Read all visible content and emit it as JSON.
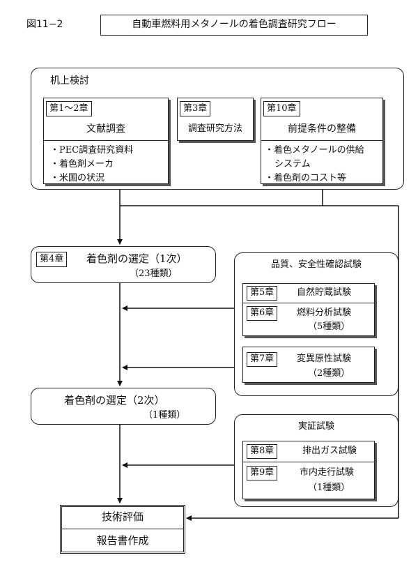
{
  "figure": {
    "label": "図11−2",
    "title": "自動車燃料用メタノールの着色調査研究フロー"
  },
  "desk_study": {
    "title": "机上検討",
    "ch1": {
      "chapter": "第1〜2章",
      "name": "文献調査",
      "items": [
        "・PEC調査研究資料",
        "・着色剤メーカ",
        "・米国の状況"
      ]
    },
    "ch3": {
      "chapter": "第3章",
      "name": "調査研究方法"
    },
    "ch10": {
      "chapter": "第10章",
      "name": "前提条件の整備",
      "items": [
        "・着色メタノールの供給",
        "システム",
        "・着色剤のコスト等"
      ]
    }
  },
  "selection1": {
    "chapter": "第4章",
    "title": "着色剤の選定（1次）",
    "count": "（23種類）"
  },
  "quality_safety": {
    "title": "品質、安全性確認試験",
    "ch5": {
      "chapter": "第5章",
      "name": "自然貯蔵試験"
    },
    "ch6": {
      "chapter": "第6章",
      "name": "燃料分析試験",
      "count": "（5種類）"
    },
    "ch7": {
      "chapter": "第7章",
      "name": "変異原性試験",
      "count": "（2種類）"
    }
  },
  "selection2": {
    "title": "着色剤の選定（2次）",
    "count": "（1種類）"
  },
  "field_test": {
    "title": "実証試験",
    "ch8": {
      "chapter": "第8章",
      "name": "排出ガス試験"
    },
    "ch9": {
      "chapter": "第9章",
      "name": "市内走行試験",
      "count": "（1種類）"
    }
  },
  "final": {
    "evaluation": "技術評価",
    "report": "報告書作成"
  }
}
